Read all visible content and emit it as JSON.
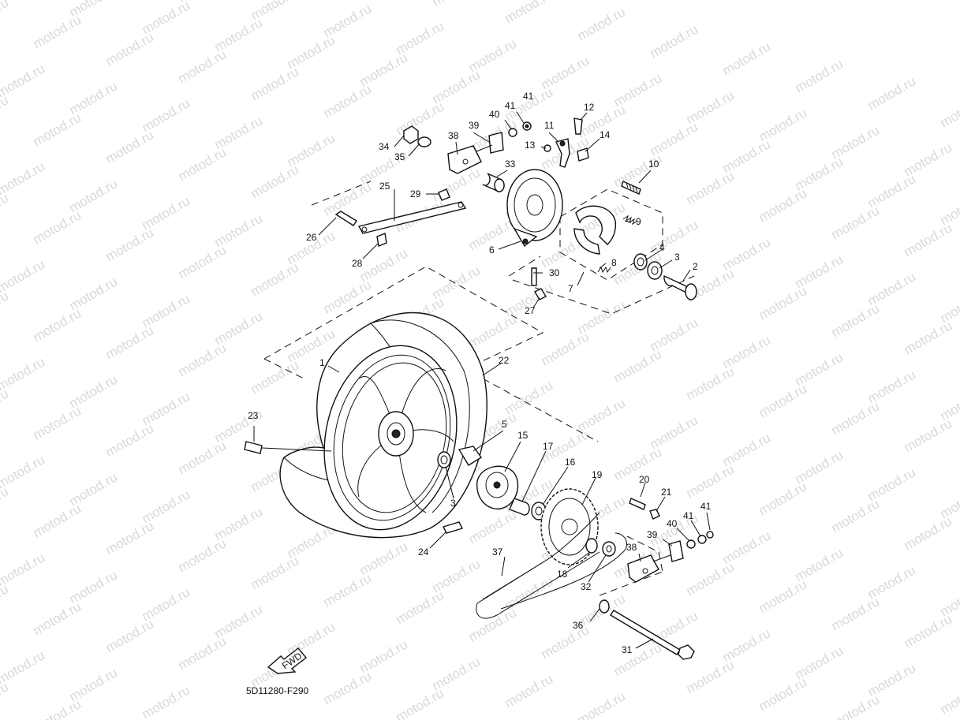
{
  "watermark": {
    "text": "motod.ru"
  },
  "diagram": {
    "code": "5D11280-F290",
    "fwd_label": "FWD",
    "callouts": [
      {
        "id": "c1",
        "text": "1"
      },
      {
        "id": "c2",
        "text": "2"
      },
      {
        "id": "c3a",
        "text": "3"
      },
      {
        "id": "c3b",
        "text": "3"
      },
      {
        "id": "c4",
        "text": "4"
      },
      {
        "id": "c5",
        "text": "5"
      },
      {
        "id": "c6",
        "text": "6"
      },
      {
        "id": "c7",
        "text": "7"
      },
      {
        "id": "c8",
        "text": "8"
      },
      {
        "id": "c9",
        "text": "9"
      },
      {
        "id": "c10",
        "text": "10"
      },
      {
        "id": "c11",
        "text": "11"
      },
      {
        "id": "c12",
        "text": "12"
      },
      {
        "id": "c13",
        "text": "13"
      },
      {
        "id": "c14",
        "text": "14"
      },
      {
        "id": "c15",
        "text": "15"
      },
      {
        "id": "c16",
        "text": "16"
      },
      {
        "id": "c17",
        "text": "17"
      },
      {
        "id": "c18",
        "text": "18"
      },
      {
        "id": "c19",
        "text": "19"
      },
      {
        "id": "c20",
        "text": "20"
      },
      {
        "id": "c21",
        "text": "21"
      },
      {
        "id": "c22",
        "text": "22"
      },
      {
        "id": "c23",
        "text": "23"
      },
      {
        "id": "c24",
        "text": "24"
      },
      {
        "id": "c25",
        "text": "25"
      },
      {
        "id": "c26",
        "text": "26"
      },
      {
        "id": "c27",
        "text": "27"
      },
      {
        "id": "c28",
        "text": "28"
      },
      {
        "id": "c29",
        "text": "29"
      },
      {
        "id": "c30",
        "text": "30"
      },
      {
        "id": "c31",
        "text": "31"
      },
      {
        "id": "c32",
        "text": "32"
      },
      {
        "id": "c33",
        "text": "33"
      },
      {
        "id": "c34",
        "text": "34"
      },
      {
        "id": "c35",
        "text": "35"
      },
      {
        "id": "c36",
        "text": "36"
      },
      {
        "id": "c37",
        "text": "37"
      },
      {
        "id": "c38a",
        "text": "38"
      },
      {
        "id": "c38b",
        "text": "38"
      },
      {
        "id": "c39a",
        "text": "39"
      },
      {
        "id": "c39b",
        "text": "39"
      },
      {
        "id": "c40a",
        "text": "40"
      },
      {
        "id": "c40b",
        "text": "40"
      },
      {
        "id": "c41a",
        "text": "41"
      },
      {
        "id": "c41b",
        "text": "41"
      },
      {
        "id": "c41c",
        "text": "41"
      },
      {
        "id": "c41d",
        "text": "41"
      }
    ]
  }
}
